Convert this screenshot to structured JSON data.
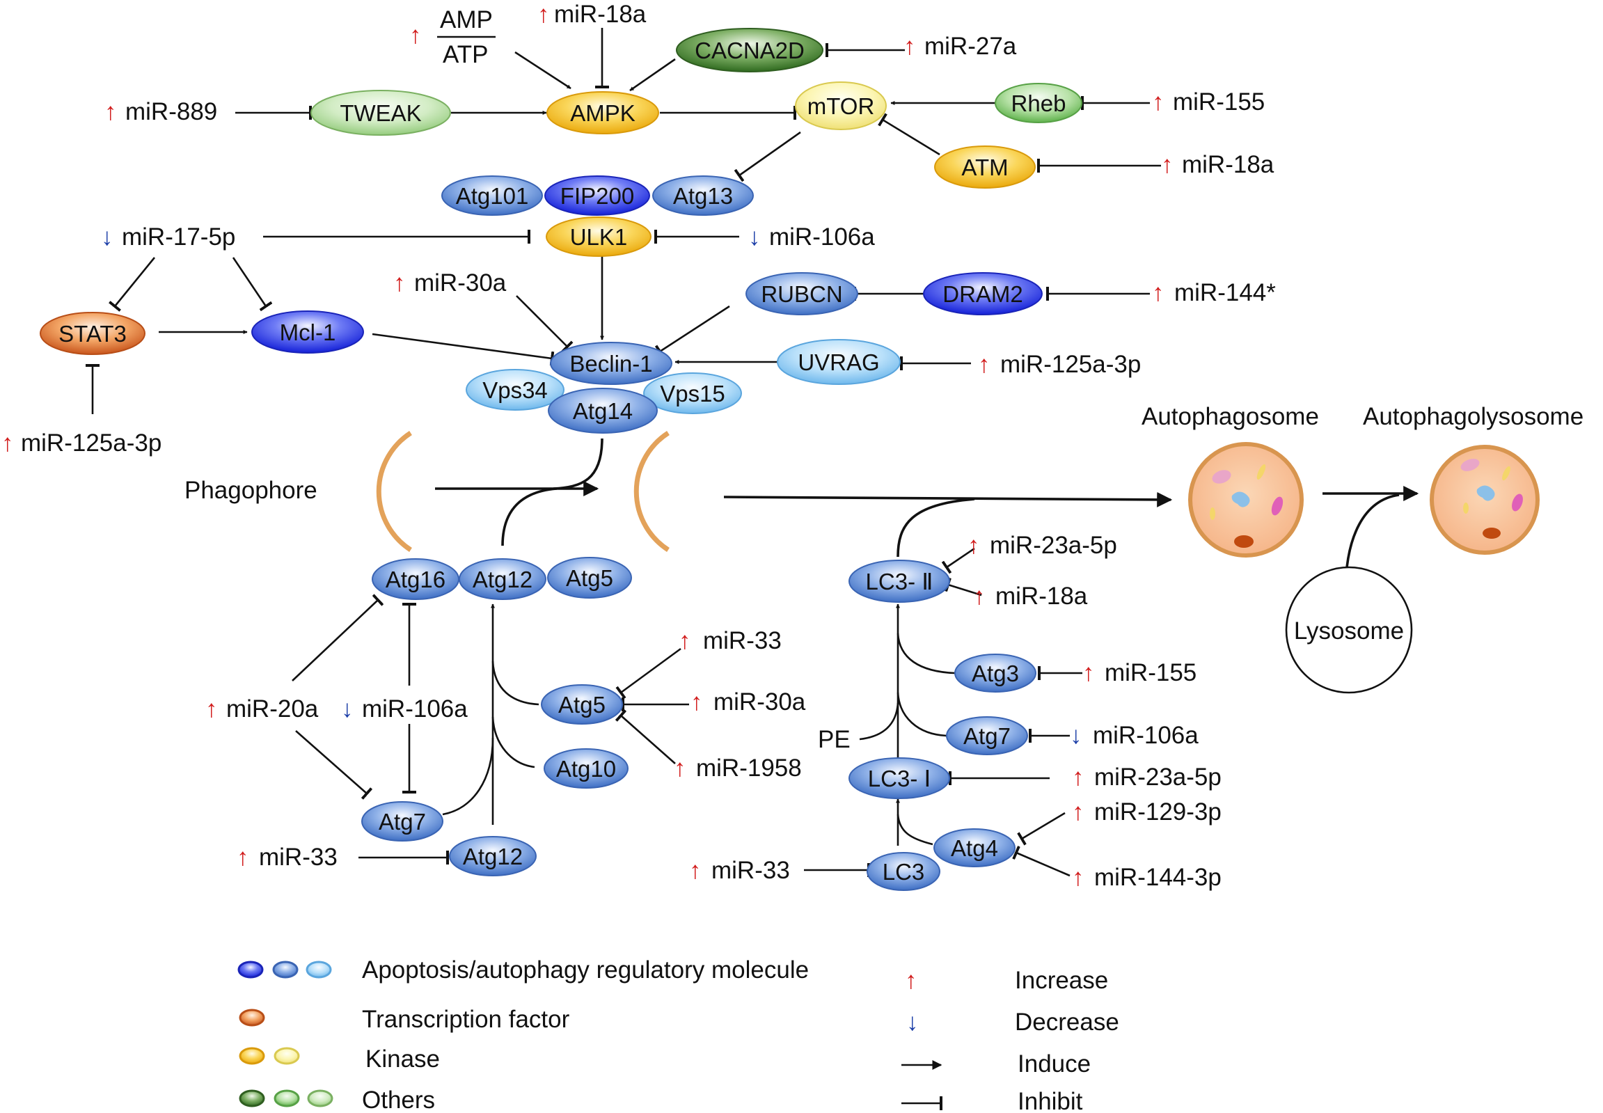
{
  "colors": {
    "increase": "#d11b1b",
    "decrease": "#1d3fa8",
    "blue_dark": "#1f2fe0",
    "blue_mid": "#4a79c9",
    "blue_light": "#8ec9f2",
    "orange": "#d86a2a",
    "yellow_dark": "#f3b71b",
    "yellow_light": "#faf08a",
    "green_dark": "#3e7a2a",
    "green_mid": "#6dbb5c",
    "green_light": "#a9d694"
  },
  "arrows": {
    "up": "↑",
    "down": "↓"
  },
  "nodes": {
    "cacna2d": "CACNA2D",
    "tweak": "TWEAK",
    "ampk": "AMPK",
    "mtor": "mTOR",
    "rheb": "Rheb",
    "atm": "ATM",
    "atg101": "Atg101",
    "fip200": "FIP200",
    "atg13_node": "Atg13",
    "ulk1": "ULK1",
    "rubcn": "RUBCN",
    "dram2": "DRAM2",
    "stat3": "STAT3",
    "mcl1": "Mcl-1",
    "beclin1": "Beclin-1",
    "uvrag": "UVRAG",
    "vps34": "Vps34",
    "vps15": "Vps15",
    "atg14": "Atg14",
    "atg16": "Atg16",
    "atg12_top": "Atg12",
    "atg5_top": "Atg5",
    "atg5_mid": "Atg5",
    "atg10": "Atg10",
    "atg7_left": "Atg7",
    "atg12_bot": "Atg12",
    "lc3ii": "LC3- Ⅱ",
    "atg3": "Atg3",
    "atg7_right": "Atg7",
    "lc3i": "LC3- Ⅰ",
    "atg4": "Atg4",
    "lc3": "LC3",
    "lysosome": "Lysosome"
  },
  "labels": {
    "amp": "AMP",
    "atp": "ATP",
    "phagophore": "Phagophore",
    "autophagosome": "Autophagosome",
    "autophagolysosome": "Autophagolysosome",
    "pe": "PE"
  },
  "mirs": {
    "m_18a_top": "miR-18a",
    "m_27a": "miR-27a",
    "m_889": "miR-889",
    "m_155_top": "miR-155",
    "m_18a_atm": "miR-18a",
    "m_17_5p": "miR-17-5p",
    "m_106a_ulk": "miR-106a",
    "m_30a_bec": "miR-30a",
    "m_144s": "miR-144*",
    "m_125_uvrag": "miR-125a-3p",
    "m_125_stat3": "miR-125a-3p",
    "m_33_atg5": "miR-33",
    "m_30a_atg5": "miR-30a",
    "m_1958": "miR-1958",
    "m_20a": "miR-20a",
    "m_106a_left": "miR-106a",
    "m_33_atg12": "miR-33",
    "m_23a_lc3ii": "miR-23a-5p",
    "m_18a_lc3ii": "miR-18a",
    "m_155_atg3": "miR-155",
    "m_106a_atg7": "miR-106a",
    "m_23a_lc3i": "miR-23a-5p",
    "m_129": "miR-129-3p",
    "m_144_3p": "miR-144-3p",
    "m_33_lc3": "miR-33"
  },
  "legend": {
    "apoptosis": "Apoptosis/autophagy regulatory molecule",
    "transcription": "Transcription factor",
    "kinase": "Kinase",
    "others": "Others",
    "increase": "Increase",
    "decrease": "Decrease",
    "induce": "Induce",
    "inhibit": "Inhibit"
  }
}
